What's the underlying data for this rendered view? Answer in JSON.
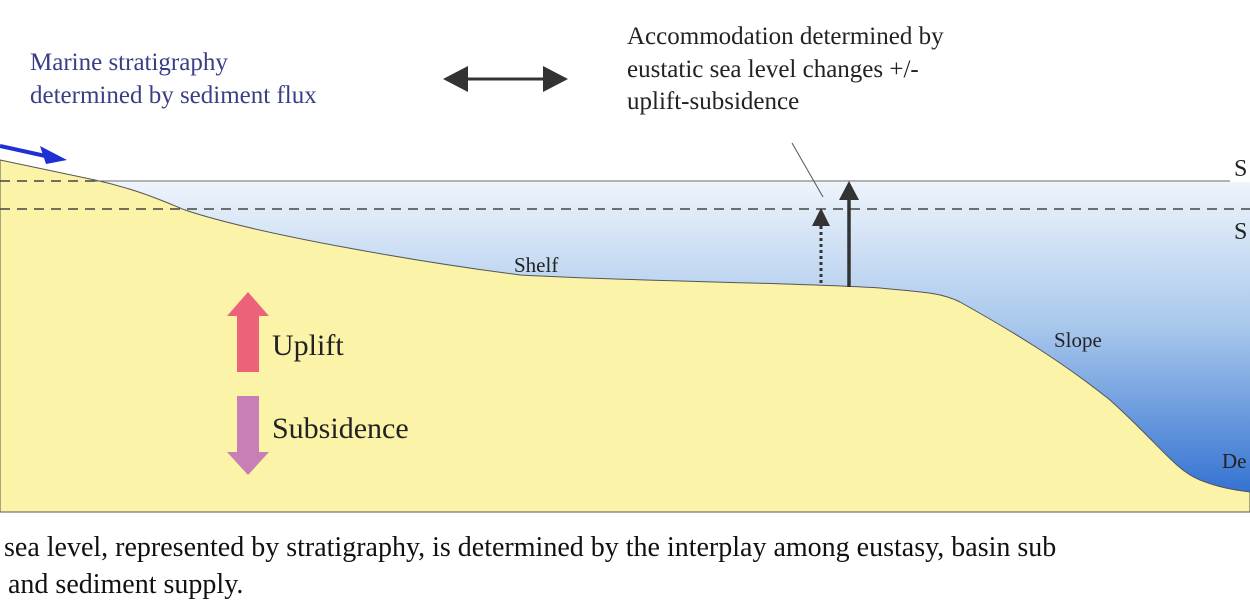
{
  "labels": {
    "marine_line1": "Marine stratigraphy",
    "marine_line2": "determined by sediment flux",
    "accommodation_line1": "Accommodation determined by",
    "accommodation_line2": "eustatic sea level changes +/-",
    "accommodation_line3": "uplift-subsidence",
    "shelf": "Shelf",
    "slope": "Slope",
    "deep_fragment": "De",
    "sea_level_1_fragment": "S",
    "sea_level_2_fragment": "S",
    "uplift": "Uplift",
    "subsidence": "Subsidence"
  },
  "caption": {
    "line1": "sea level, represented by stratigraphy, is determined by the interplay among eustasy, basin sub",
    "line2": "and sediment supply."
  },
  "colors": {
    "land": "#fbf3a8",
    "water_top": "#eef4fb",
    "water_bottom": "#2f6fd0",
    "marine_text": "#3a3f85",
    "flux_arrow": "#1e2fd6",
    "uplift_arrow": "#ec6379",
    "subsidence_arrow": "#c77fb5",
    "dark": "#333333"
  }
}
